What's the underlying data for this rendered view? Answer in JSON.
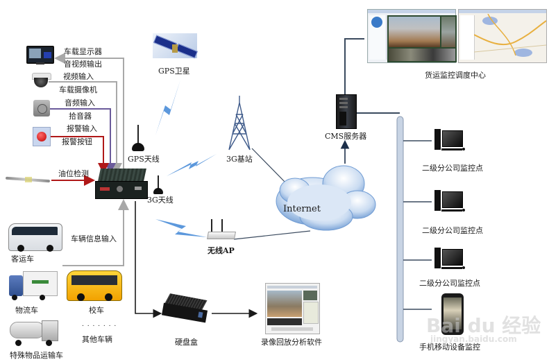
{
  "diagram": {
    "title": "货运车辆视频监控系统拓扑",
    "peripherals": [
      {
        "id": "monitor",
        "device": "车载显示器",
        "signal": "音视频输出",
        "icon": "monitor-icon"
      },
      {
        "id": "camera",
        "device": "车载摄像机",
        "signal": "视频输入",
        "icon": "dome-camera-icon"
      },
      {
        "id": "mic",
        "device": "拾音器",
        "signal": "音频输入",
        "icon": "microphone-pickup-icon"
      },
      {
        "id": "alarm",
        "device": "报警按钮",
        "signal": "报警输入",
        "icon": "alarm-button-icon"
      },
      {
        "id": "fuel",
        "device": "油位检测",
        "signal": "油位检测",
        "icon": "fuel-sensor-icon"
      }
    ],
    "labels": {
      "monitor_device": "车载显示器",
      "monitor_signal": "音视频输出",
      "camera_signal": "视频输入",
      "camera_device": "车载摄像机",
      "mic_signal": "音频输入",
      "mic_device": "拾音器",
      "alarm_signal": "报警输入",
      "alarm_device": "报警按钮",
      "fuel": "油位检测",
      "gps_satellite": "GPS卫星",
      "gps_antenna": "GPS天线",
      "g3_antenna": "3G天线",
      "g3_station": "3G基站",
      "internet": "Internet",
      "wireless_ap": "无线AP",
      "vehicle_info": "车辆信息输入",
      "hdd_box": "硬盘盒",
      "playback_software": "录像回放分析软件",
      "cms_server": "CMS服务器",
      "dispatch_center": "货运监控调度中心",
      "branch_1": "二级分公司监控点",
      "branch_2": "二级分公司监控点",
      "branch_3": "二级分公司监控点",
      "mobile_monitor": "手机移动设备监控"
    },
    "vehicles": [
      {
        "name": "客运车",
        "icon": "coach-bus-icon"
      },
      {
        "name": "物流车",
        "icon": "logistics-truck-icon"
      },
      {
        "name": "校车",
        "icon": "school-bus-icon"
      },
      {
        "name": "特殊物品运输车",
        "icon": "tanker-truck-icon"
      },
      {
        "name": "其他车辆",
        "icon": "ellipsis-icon"
      }
    ],
    "other_vehicles_dots": ". . . . . . .",
    "watermark": {
      "brand": "Bai du 经验",
      "url": "jingyan.baidu.com"
    },
    "colors": {
      "gray_line": "#a8a8a8",
      "purple_line": "#6a5a9a",
      "red_line": "#b01818",
      "dark_line": "#1a1a1a",
      "network_line": "#3a4a5e",
      "bus_fill": "#c8d4e4",
      "wireless_blue": "#3f86d6",
      "cloud_blue": "#7fa8d8"
    }
  }
}
